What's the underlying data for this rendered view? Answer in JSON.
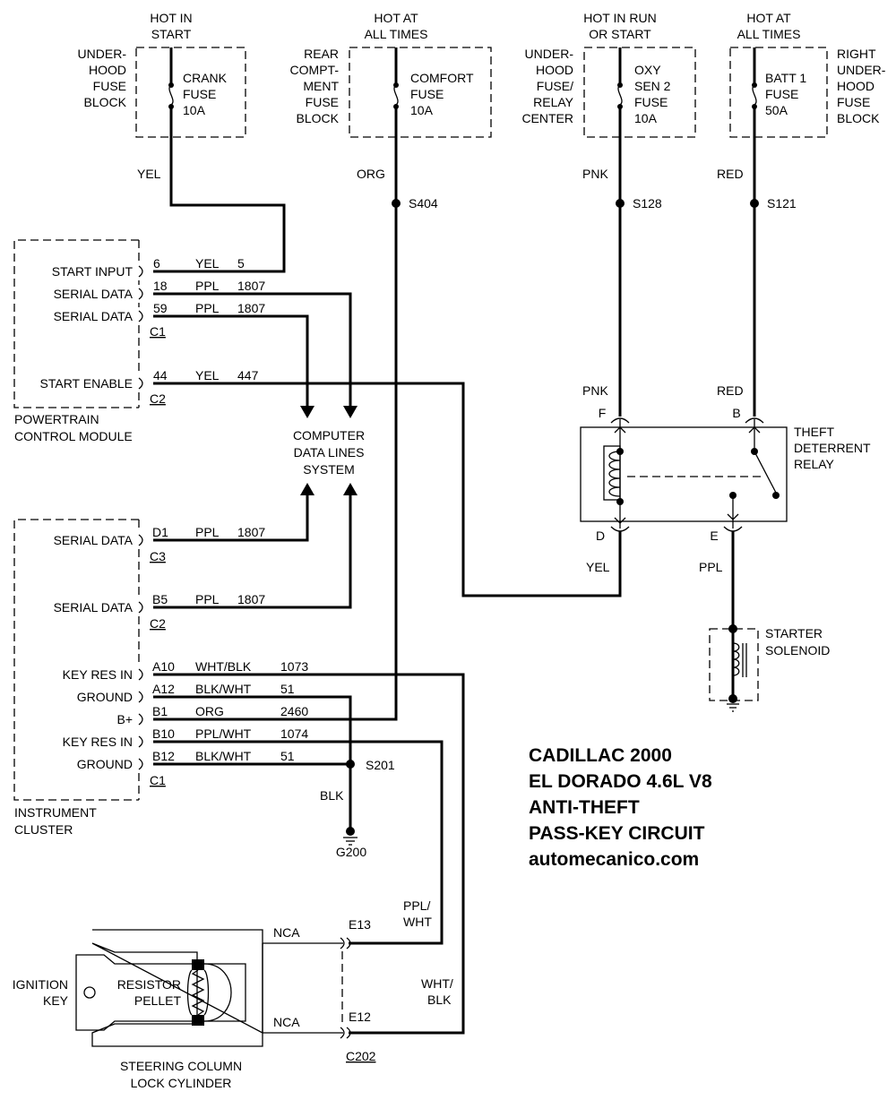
{
  "fuses": {
    "crank": {
      "source": [
        "HOT IN",
        "START"
      ],
      "block": [
        "UNDER-",
        "HOOD",
        "FUSE",
        "BLOCK"
      ],
      "name": [
        "CRANK",
        "FUSE",
        "10A"
      ]
    },
    "comfort": {
      "source": [
        "HOT AT",
        "ALL TIMES"
      ],
      "block": [
        "REAR",
        "COMPT-",
        "MENT",
        "FUSE",
        "BLOCK"
      ],
      "name": [
        "COMFORT",
        "FUSE",
        "10A"
      ]
    },
    "oxy": {
      "source": [
        "HOT IN RUN",
        "OR START"
      ],
      "block": [
        "UNDER-",
        "HOOD",
        "FUSE/",
        "RELAY",
        "CENTER"
      ],
      "name": [
        "OXY",
        "SEN 2",
        "FUSE",
        "10A"
      ]
    },
    "batt": {
      "source": [
        "HOT AT",
        "ALL TIMES"
      ],
      "block": [
        "RIGHT",
        "UNDER-",
        "HOOD",
        "FUSE",
        "BLOCK"
      ],
      "name": [
        "BATT 1",
        "FUSE",
        "50A"
      ]
    }
  },
  "wires": {
    "yel": "YEL",
    "org": "ORG",
    "pnk": "PNK",
    "red": "RED",
    "ppl": "PPL",
    "blk": "BLK",
    "ppl_wht": [
      "PPL/",
      "WHT"
    ],
    "wht_blk": [
      "WHT/",
      "BLK"
    ],
    "nca": "NCA"
  },
  "splices": {
    "s404": "S404",
    "s128": "S128",
    "s121": "S121",
    "s201": "S201"
  },
  "pcm": {
    "name": [
      "POWERTRAIN",
      "CONTROL MODULE"
    ],
    "pins": [
      {
        "label": "START INPUT",
        "pin": "6",
        "color": "YEL",
        "circuit": "5"
      },
      {
        "label": "SERIAL DATA",
        "pin": "18",
        "color": "PPL",
        "circuit": "1807"
      },
      {
        "label": "SERIAL DATA",
        "pin": "59",
        "color": "PPL",
        "circuit": "1807"
      },
      {
        "label": "START ENABLE",
        "pin": "44",
        "color": "YEL",
        "circuit": "447"
      }
    ],
    "connectors": [
      "C1",
      "C2"
    ]
  },
  "data_lines": [
    "COMPUTER",
    "DATA LINES",
    "SYSTEM"
  ],
  "cluster": {
    "name": [
      "INSTRUMENT",
      "CLUSTER"
    ],
    "pins": [
      {
        "label": "SERIAL DATA",
        "pin": "D1",
        "color": "PPL",
        "circuit": "1807",
        "conn": "C3"
      },
      {
        "label": "SERIAL DATA",
        "pin": "B5",
        "color": "PPL",
        "circuit": "1807",
        "conn": "C2"
      },
      {
        "label": "KEY RES IN",
        "pin": "A10",
        "color": "WHT/BLK",
        "circuit": "1073"
      },
      {
        "label": "GROUND",
        "pin": "A12",
        "color": "BLK/WHT",
        "circuit": "51"
      },
      {
        "label": "B+",
        "pin": "B1",
        "color": "ORG",
        "circuit": "2460"
      },
      {
        "label": "KEY RES IN",
        "pin": "B10",
        "color": "PPL/WHT",
        "circuit": "1074"
      },
      {
        "label": "GROUND",
        "pin": "B12",
        "color": "BLK/WHT",
        "circuit": "51",
        "conn": "C1"
      }
    ]
  },
  "ground": "G200",
  "relay": {
    "name": [
      "THEFT",
      "DETERRENT",
      "RELAY"
    ],
    "pins": {
      "f": "F",
      "b": "B",
      "d": "D",
      "e": "E"
    }
  },
  "solenoid": [
    "STARTER",
    "SOLENOID"
  ],
  "lock": {
    "key": [
      "IGNITION",
      "KEY"
    ],
    "pellet": [
      "RESISTOR",
      "PELLET"
    ],
    "cylinder": [
      "STEERING COLUMN",
      "LOCK CYLINDER"
    ],
    "terminals": [
      "E13",
      "E12"
    ],
    "connector": "C202"
  },
  "title": [
    "CADILLAC 2000",
    "EL DORADO 4.6L V8",
    "ANTI-THEFT",
    "PASS-KEY CIRCUIT",
    "automecanico.com"
  ]
}
